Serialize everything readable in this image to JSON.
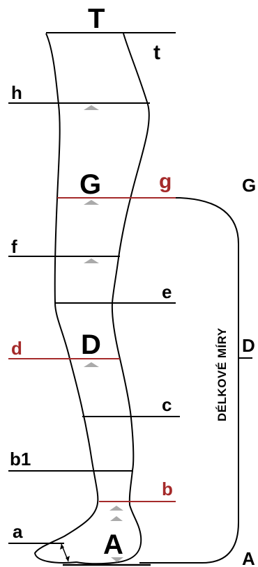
{
  "colors": {
    "line": "#000000",
    "accent": "#a52a2a",
    "marker": "#aaaaaa"
  },
  "labels": {
    "T": "T",
    "t": "t",
    "h": "h",
    "G_leg": "G",
    "g": "g",
    "G_side": "G",
    "f": "f",
    "e": "e",
    "d": "d",
    "D_leg": "D",
    "D_side": "D",
    "c": "c",
    "b1": "b1",
    "b": "b",
    "a": "a",
    "A_leg": "A",
    "A_side": "A",
    "vertical": "DÉLKOVÉ MÍRY"
  }
}
